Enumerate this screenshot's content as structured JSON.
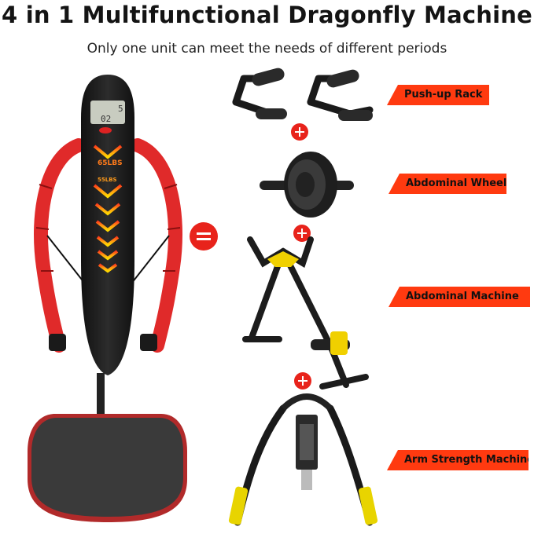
{
  "header": {
    "title": "4 in 1 Multifunctional Dragonfly Machine",
    "subtitle": "Only one unit can meet the needs of different periods"
  },
  "main_unit": {
    "display_top": "5",
    "display_bottom": "02",
    "levels": [
      "65LBS",
      "55LBS"
    ]
  },
  "accessories": [
    {
      "label": "Push-up Rack"
    },
    {
      "label": "Abdominal Wheel"
    },
    {
      "label": "Abdominal Machine"
    },
    {
      "label": "Arm Strength Machine"
    }
  ],
  "colors": {
    "accent": "#ff3a10",
    "red_grip": "#e02a2a",
    "yellow": "#f0d000",
    "dark": "#222222"
  }
}
